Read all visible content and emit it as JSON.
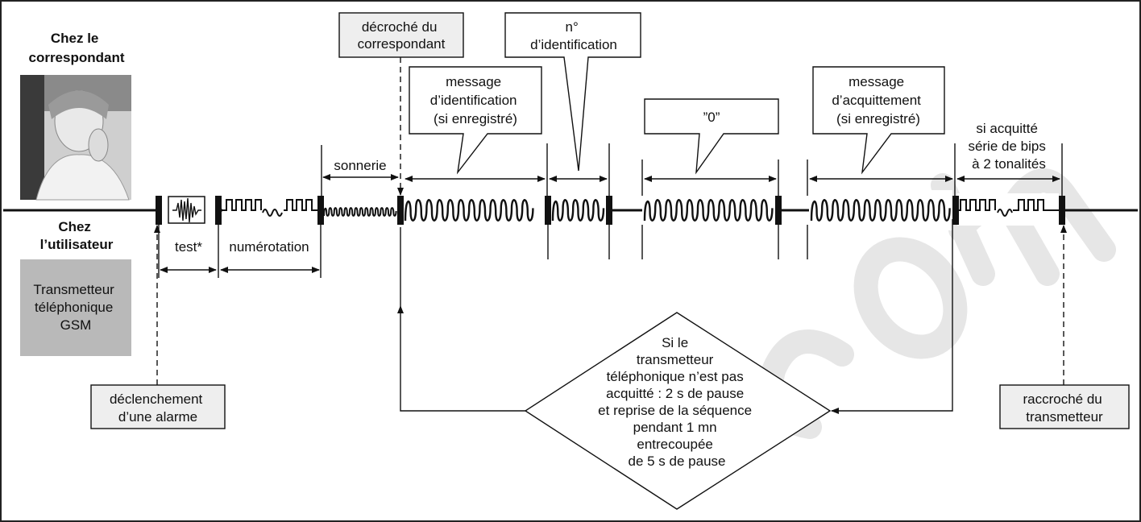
{
  "labels": {
    "chez_correspondant": [
      "Chez le",
      "correspondant"
    ],
    "chez_utilisateur": [
      "Chez",
      "l’utilisateur"
    ],
    "transmetteur": [
      "Transmetteur",
      "téléphonique",
      "GSM"
    ],
    "decroche": [
      "décroché du",
      "correspondant"
    ],
    "no_identification": [
      "n°",
      "d’identification"
    ],
    "msg_identification": [
      "message",
      "d’identification",
      "(si enregistré)"
    ],
    "zero": "”0”",
    "msg_acquittement": [
      "message",
      "d’acquittement",
      "(si enregistré)"
    ],
    "si_acquitte": [
      "si acquitté",
      "série de bips",
      "à 2 tonalités"
    ],
    "sonnerie": "sonnerie",
    "test": "test*",
    "numerotation": "numérotation",
    "declenchement": [
      "déclenchement",
      "d’une alarme"
    ],
    "raccroche": [
      "raccroché du",
      "transmetteur"
    ],
    "diamond": [
      "Si le",
      "transmetteur",
      "téléphonique n’est pas",
      "acquitté : 2 s de pause",
      "et reprise de la séquence",
      "pendant 1 mn",
      "entrecoupée",
      "de 5 s de pause"
    ]
  },
  "colors": {
    "line": "#111111",
    "gray_box": "#b9b9b9",
    "light_box": "#eeeeee",
    "watermark": "#e6e6e6"
  },
  "icons": {
    "photo": "person-on-phone-photo",
    "test": "waveform-icon"
  }
}
